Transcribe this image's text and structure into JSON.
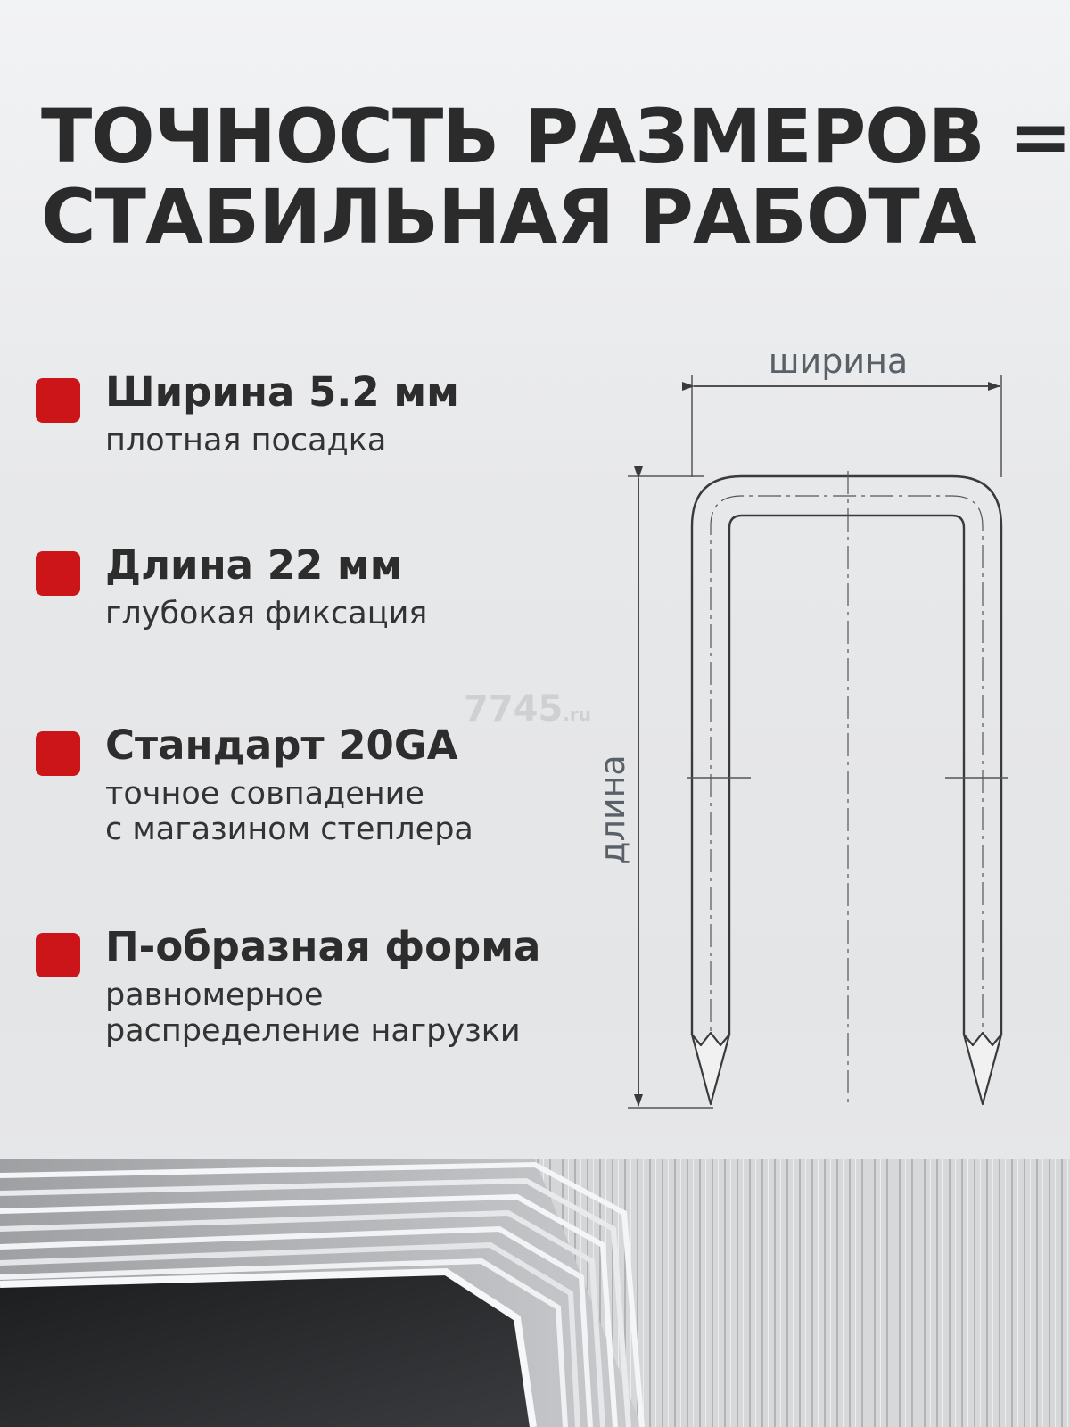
{
  "title": {
    "line1": "ТОЧНОСТЬ РАЗМЕРОВ =",
    "line2": "СТАБИЛЬНАЯ РАБОТА"
  },
  "features": [
    {
      "title": "Ширина 5.2 мм",
      "subtitle": [
        "плотная посадка"
      ]
    },
    {
      "title": "Длина 22 мм",
      "subtitle": [
        "глубокая фиксация"
      ]
    },
    {
      "title": "Стандарт 20GA",
      "subtitle": [
        "точное совпадение",
        "с магазином степлера"
      ]
    },
    {
      "title": "П-образная форма",
      "subtitle": [
        "равномерное",
        "распределение нагрузки"
      ]
    }
  ],
  "diagram": {
    "width_label": "ширина",
    "length_label": "длина"
  },
  "watermark": {
    "main": "7745",
    "suffix": ".ru"
  },
  "colors": {
    "accent": "#cc1518",
    "text": "#2b2b2b",
    "line": "#3a3a3a",
    "dim": "#5a6068"
  }
}
